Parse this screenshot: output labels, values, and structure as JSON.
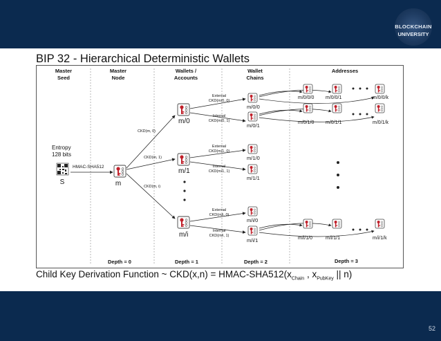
{
  "slide": {
    "title": "BIP 32 - Hierarchical Deterministic Wallets",
    "page_number": "52",
    "logo": {
      "line1": "BLOCKCHAIN",
      "line2": "UNIVERSITY"
    }
  },
  "columns": {
    "master_seed": "Master Seed",
    "master_node": "Master Node",
    "wallets_accounts": "Wallets / Accounts",
    "wallet_chains": "Wallet Chains",
    "addresses": "Addresses"
  },
  "seed": {
    "entropy_line1": "Entropy",
    "entropy_line2": "128 bits",
    "hmac": "HMAC-SHA512",
    "label": "S"
  },
  "master": {
    "label": "m"
  },
  "accounts": {
    "m0": "m/0",
    "m1": "m/1",
    "mi": "m/i"
  },
  "ckd_master": {
    "to_m0": "CKD(m, 0)",
    "to_m1": "CKD(m, 1)",
    "to_mi": "CKD(m, i)"
  },
  "chains": {
    "m0_ext_title": "External",
    "m0_ext_ckd": "CKD(m/0, 0)",
    "m0_ext_label": "m/0/0",
    "m0_int_title": "Internal",
    "m0_int_ckd": "CKD(m/0, 1)",
    "m0_int_label": "m/0/1",
    "m1_ext_title": "External",
    "m1_ext_ckd": "CKD(m/1, 0)",
    "m1_ext_label": "m/1/0",
    "m1_int_title": "Internal",
    "m1_int_ckd": "CKD(m/1, 1)",
    "m1_int_label": "m/1/1",
    "mi_ext_title": "External",
    "mi_ext_ckd": "CKD(m/i, 0)",
    "mi_ext_label": "m/i/0",
    "mi_int_title": "Internal",
    "mi_int_ckd": "CKD(m/i, 1)",
    "mi_int_label": "m/i/1"
  },
  "addresses": {
    "r1": [
      "m/0/0/0",
      "m/0/0/1",
      "m/0/0/k"
    ],
    "r2": [
      "m/0/1/0",
      "m/0/1/1",
      "m/0/1/k"
    ],
    "r3": [
      "m/i/1/0",
      "m/i/1/1",
      "m/i/1/k"
    ]
  },
  "depths": {
    "d0": "Depth = 0",
    "d1": "Depth = 1",
    "d2": "Depth = 2",
    "d3": "Depth = 3"
  },
  "formula": {
    "prefix": "Child Key Derivation Function ~  CKD(x,n) = HMAC-SHA512(x",
    "sub1": "Chain",
    "mid": " , x",
    "sub2": "PubKey",
    "suffix": " || n)"
  }
}
